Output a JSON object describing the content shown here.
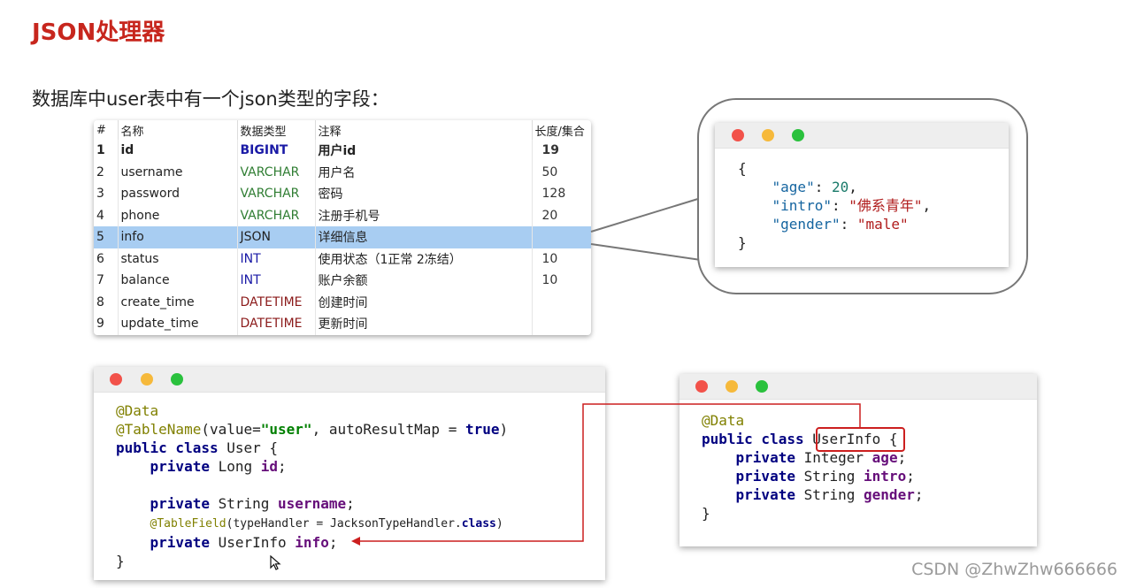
{
  "slide": {
    "title": "JSON处理器",
    "subtitle": "数据库中user表中有一个json类型的字段："
  },
  "db_table": {
    "headers": [
      "#",
      "名称",
      "数据类型",
      "注释",
      "长度/集合"
    ],
    "rows": [
      {
        "n": "1",
        "name": "id",
        "type": "BIGINT",
        "comment": "用户id",
        "length": "19"
      },
      {
        "n": "2",
        "name": "username",
        "type": "VARCHAR",
        "comment": "用户名",
        "length": "50"
      },
      {
        "n": "3",
        "name": "password",
        "type": "VARCHAR",
        "comment": "密码",
        "length": "128"
      },
      {
        "n": "4",
        "name": "phone",
        "type": "VARCHAR",
        "comment": "注册手机号",
        "length": "20"
      },
      {
        "n": "5",
        "name": "info",
        "type": "JSON",
        "comment": "详细信息",
        "length": ""
      },
      {
        "n": "6",
        "name": "status",
        "type": "INT",
        "comment": "使用状态（1正常 2冻结）",
        "length": "10"
      },
      {
        "n": "7",
        "name": "balance",
        "type": "INT",
        "comment": "账户余额",
        "length": "10"
      },
      {
        "n": "8",
        "name": "create_time",
        "type": "DATETIME",
        "comment": "创建时间",
        "length": ""
      },
      {
        "n": "9",
        "name": "update_time",
        "type": "DATETIME",
        "comment": "更新时间",
        "length": ""
      }
    ]
  },
  "json_popup": {
    "open": "{",
    "age_key": "\"age\"",
    "age_val": "20",
    "intro_key": "\"intro\"",
    "intro_val": "\"佛系青年\"",
    "gender_key": "\"gender\"",
    "gender_val": "\"male\"",
    "close": "}"
  },
  "user_class": {
    "ann_data": "@Data",
    "ann_table": "@TableName",
    "tn_value": "\"user\"",
    "tn_rest1": "(value=",
    "tn_rest2": ", autoResultMap = ",
    "tn_true": "true",
    "tn_close": ")",
    "class_kw": "public class",
    "class_name": " User {",
    "private_kw": "private",
    "long_type": " Long ",
    "id_field": "id",
    "string_type": " String ",
    "username_field": "username",
    "ann_field": "@TableField",
    "tf_rest": "(typeHandler = JacksonTypeHandler.",
    "tf_class": "class",
    "tf_close": ")",
    "userinfo_type": " UserInfo ",
    "info_field": "info",
    "semicolon": ";",
    "close": "}"
  },
  "userinfo_class": {
    "ann_data": "@Data",
    "class_kw": "public class",
    "class_name": "UserInfo",
    "brace": " {",
    "private_kw": "private",
    "integer_type": " Integer ",
    "age_field": "age",
    "string_type": " String ",
    "intro_field": "intro",
    "gender_field": "gender",
    "semicolon": ";",
    "close": "}"
  },
  "watermark": "CSDN @ZhwZhw666666",
  "colors": {
    "title": "#c7261d",
    "selected_row": "#a8cdf2",
    "arrow": "#cc1f1f"
  }
}
